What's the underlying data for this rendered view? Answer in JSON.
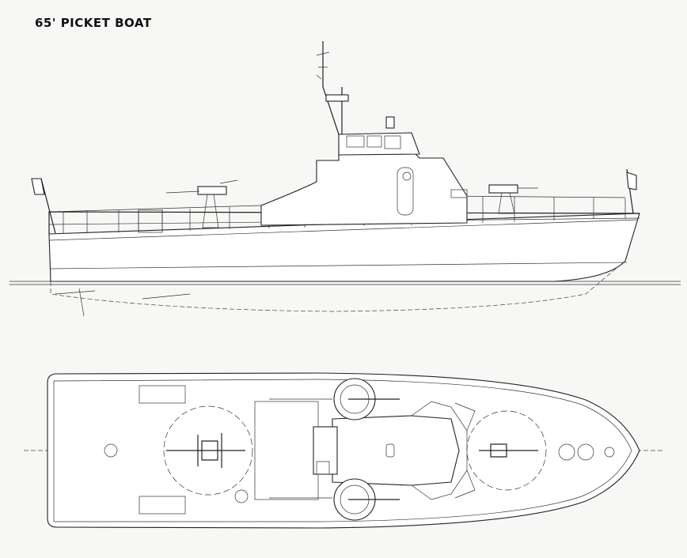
{
  "drawing": {
    "title": "65' PICKET BOAT",
    "views": [
      "side-elevation",
      "plan-view"
    ]
  }
}
